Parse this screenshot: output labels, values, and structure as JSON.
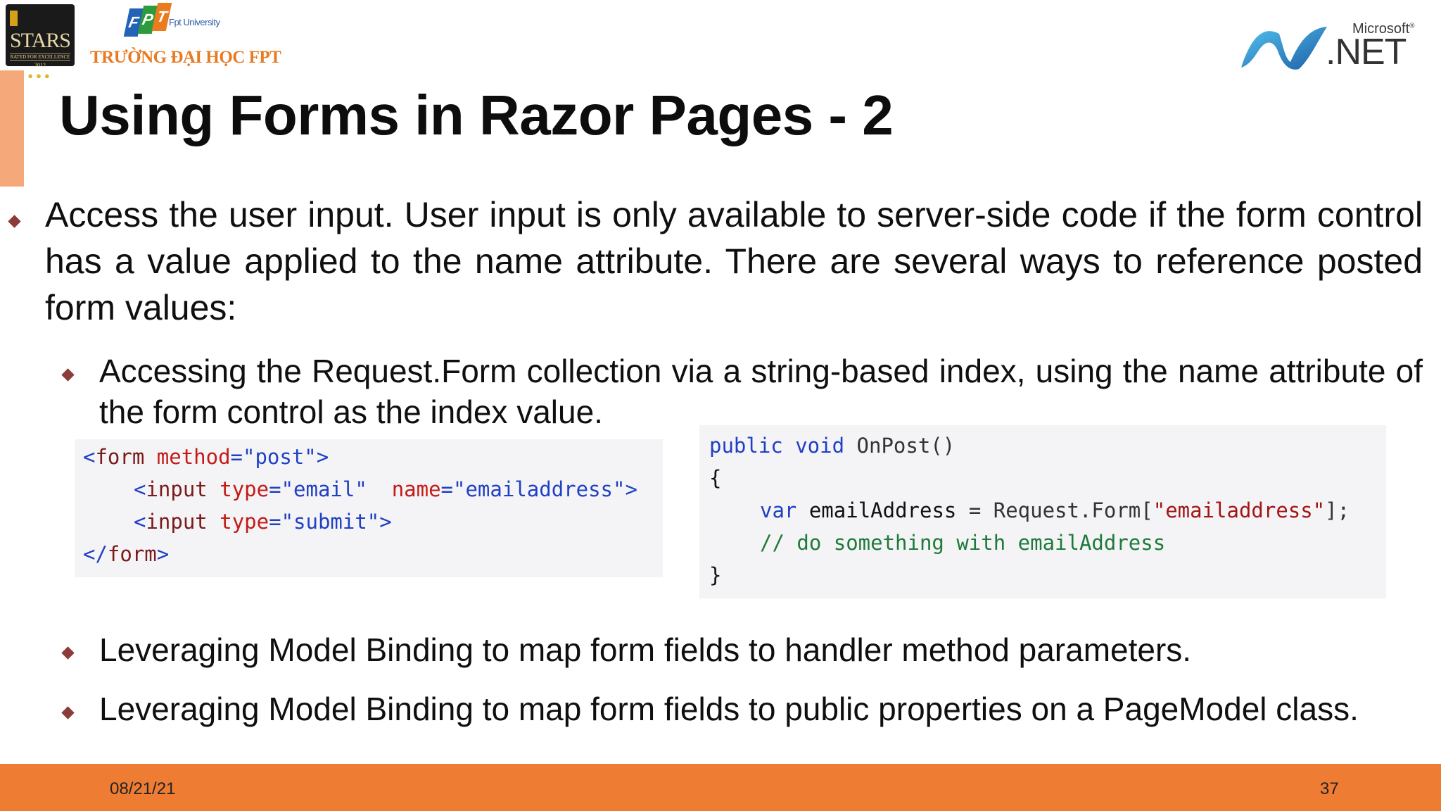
{
  "logos": {
    "stars": {
      "word": "STARS",
      "tagline": "RATED FOR EXCELLENCE",
      "year": "2012"
    },
    "fpt": {
      "tiles": [
        "F",
        "P",
        "T"
      ],
      "university": "Fpt University",
      "name": "TRƯỜNG ĐẠI HỌC FPT"
    },
    "dotnet": {
      "microsoft": "Microsoft",
      "net": ".NET"
    }
  },
  "slide": {
    "title": "Using Forms in Razor Pages - 2",
    "bullet1": "Access the user input. User input is only available to server-side code if the form control has a value applied to the name attribute. There are several ways to reference posted form values:",
    "sub_bullets": [
      "Accessing the Request.Form collection via a string-based index, using the name attribute of the form control as the index value.",
      "Leveraging Model Binding to map form fields to handler method parameters.",
      "Leveraging Model Binding to map form fields to public properties on a PageModel class."
    ]
  },
  "code_html": {
    "line1": {
      "open": "<",
      "tag": "form",
      "attr": " method",
      "eq": "=",
      "val": "\"post\"",
      "close": ">"
    },
    "line2": {
      "open": "<",
      "tag": "input",
      "attr1": " type",
      "eq1": "=",
      "val1": "\"email\"",
      "attr2": "  name",
      "eq2": "=",
      "val2": "\"emailaddress\"",
      "close": ">"
    },
    "line3": {
      "open": "<",
      "tag": "input",
      "attr": " type",
      "eq": "=",
      "val": "\"submit\"",
      "close": ">"
    },
    "line4": {
      "open": "</",
      "tag": "form",
      "close": ">"
    }
  },
  "code_cs": {
    "line1": {
      "kw1": "public",
      "kw2": " void",
      "name": " OnPost()"
    },
    "line2": "{",
    "line3": {
      "kw": "var",
      "ident": " emailAddress",
      "rest": " = Request.Form[",
      "str": "\"emailaddress\"",
      "end": "];"
    },
    "line4": "// do something with emailAddress",
    "line5": "}"
  },
  "footer": {
    "date": "08/21/21",
    "page": "37"
  },
  "colors": {
    "footer": "#ee7d33",
    "title_accent": "#f5a87a",
    "bullet_marker": "#8c3a3a",
    "code_bg": "#f4f4f6"
  }
}
